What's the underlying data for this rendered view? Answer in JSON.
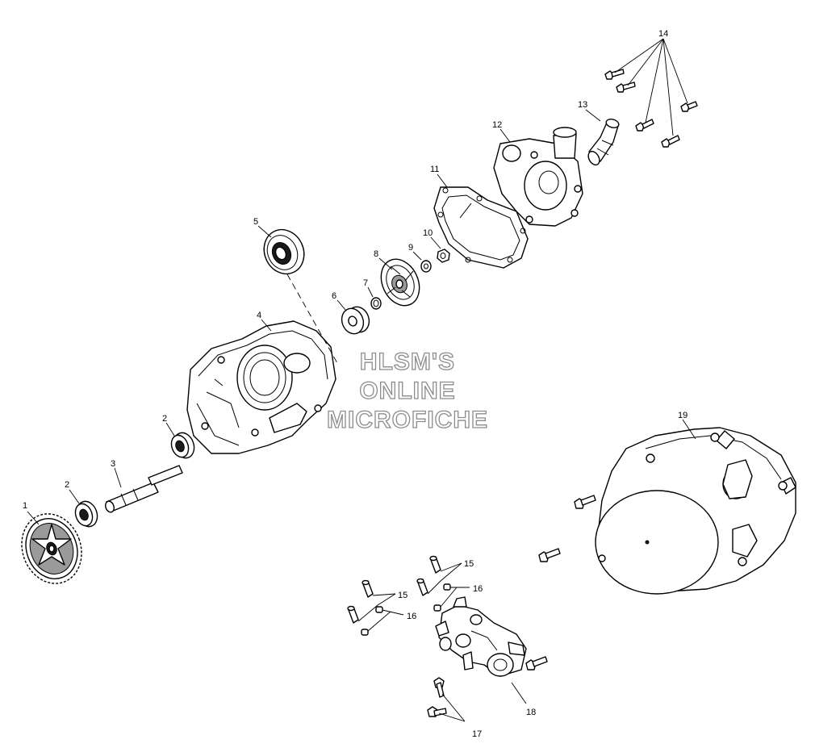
{
  "watermark": {
    "line1": "HLSM'S",
    "line2": "ONLINE",
    "line3": "MICROFICHE"
  },
  "callouts": {
    "c1": "1",
    "c2a": "2",
    "c2b": "2",
    "c3": "3",
    "c4": "4",
    "c5": "5",
    "c6": "6",
    "c7": "7",
    "c8": "8",
    "c9": "9",
    "c10": "10",
    "c11": "11",
    "c12": "12",
    "c13": "13",
    "c14": "14",
    "c15a": "15",
    "c15b": "15",
    "c16a": "16",
    "c16b": "16",
    "c17": "17",
    "c18": "18",
    "c19": "19"
  }
}
